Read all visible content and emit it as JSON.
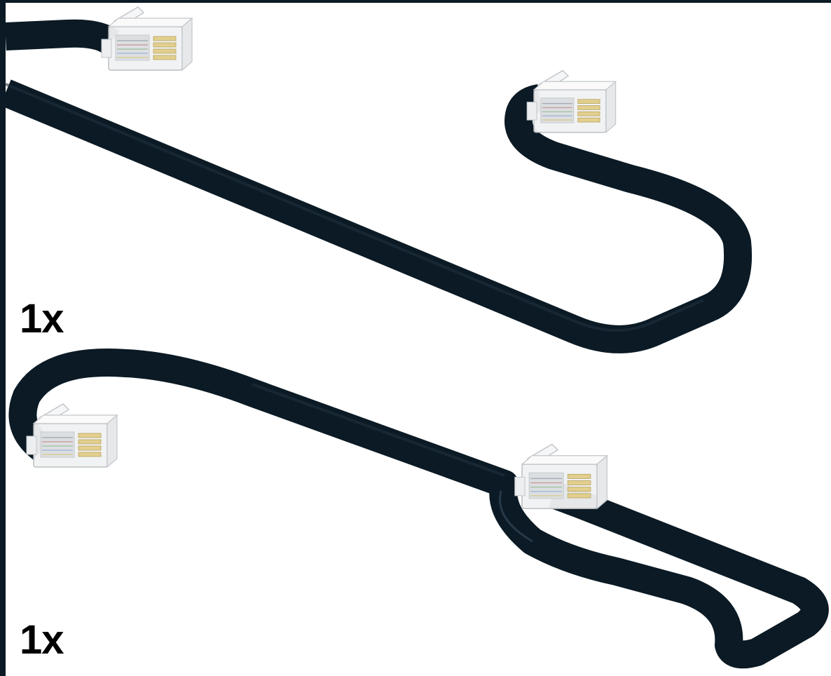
{
  "illustration": {
    "items": [
      {
        "quantity": "1x",
        "part": "telephone-patch-cord-rj12",
        "cable_color": "#0b1a24"
      },
      {
        "quantity": "1x",
        "part": "telephone-patch-cord-rj12",
        "cable_color": "#0b1a24"
      }
    ],
    "colors": {
      "border": "#0b1a24",
      "cable": "#0b1a24",
      "connector_body": "#f1f2f3",
      "connector_edge": "#b8bcc0",
      "contacts": "#e2cf8e"
    }
  }
}
